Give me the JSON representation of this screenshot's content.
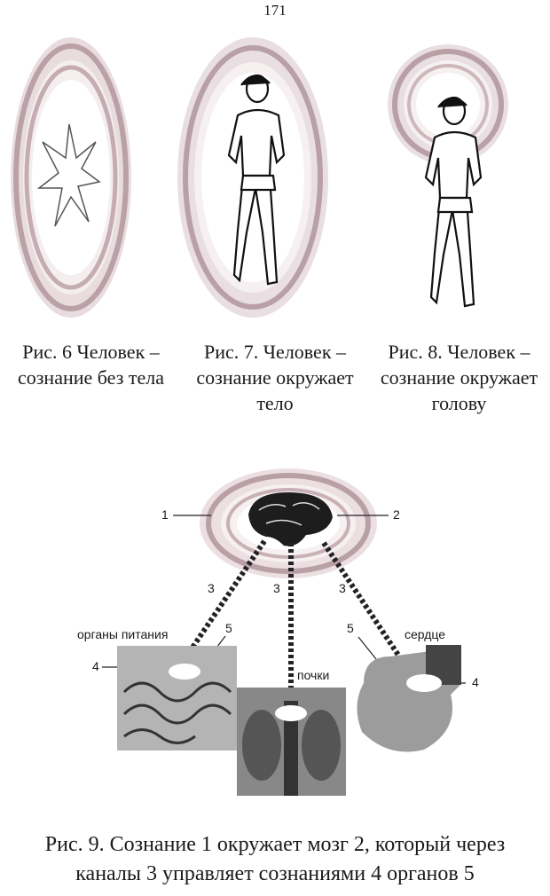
{
  "page_number": "171",
  "figures": [
    {
      "caption_line1": "Рис. 6  Человек –",
      "caption_line2": "сознание без тела"
    },
    {
      "caption_line1": "Рис. 7.  Человек –",
      "caption_line2": "сознание окружает",
      "caption_line3": "тело"
    },
    {
      "caption_line1": "Рис. 8.  Человек –",
      "caption_line2": "сознание окружает",
      "caption_line3": "голову"
    }
  ],
  "diagram": {
    "label_1": "1",
    "label_2": "2",
    "label_3a": "3",
    "label_3b": "3",
    "label_3c": "3",
    "label_4_left": "4",
    "label_4_right": "4",
    "label_5_left": "5",
    "label_5_right": "5",
    "organ_digestive": "органы питания",
    "organ_kidneys": "почки",
    "organ_heart": "сердце"
  },
  "figure9_caption": {
    "line1": "Рис. 9.  Сознание 1 окружает мозг 2, который через",
    "line2": "каналы 3 управляет сознаниями 4 органов 5"
  }
}
